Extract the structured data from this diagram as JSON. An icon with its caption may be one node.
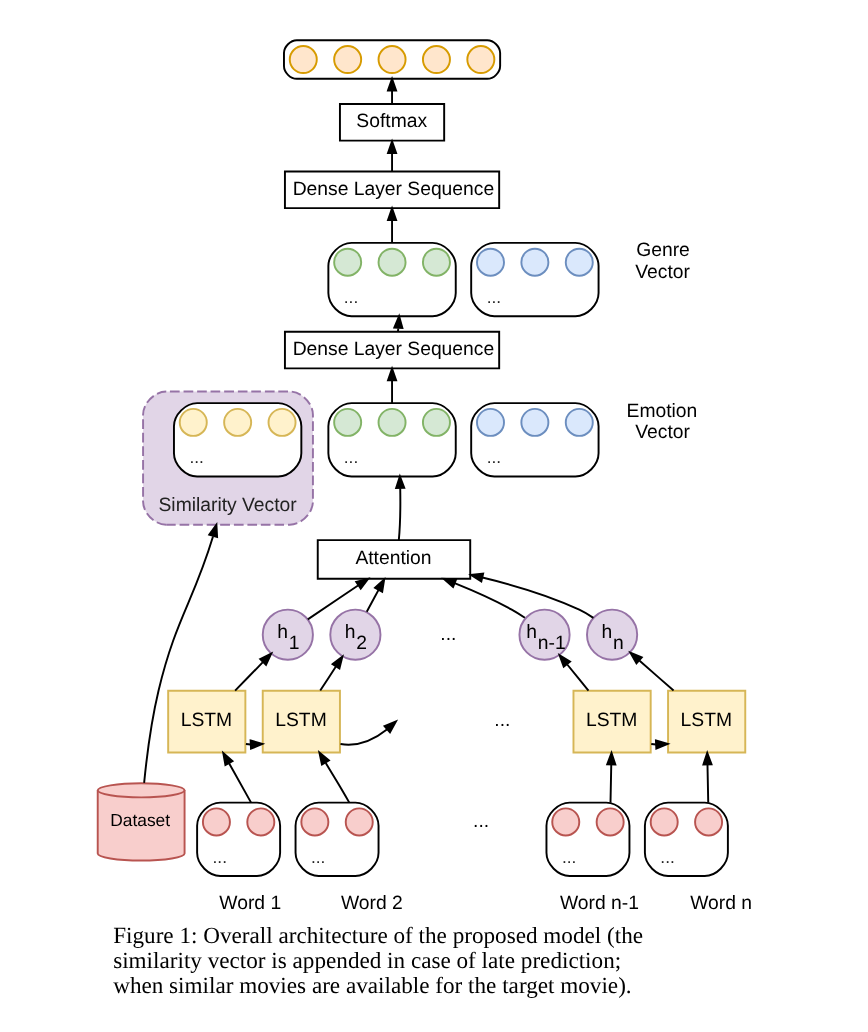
{
  "diagram": {
    "caption": "Figure 1: Overall architecture of the proposed model (the similarity vector is appended in case of late prediction; when similar movies are available for the target movie).",
    "nodes": [
      {
        "text": [],
        "shape": "box"
      },
      {
        "text": [],
        "shape": "circle",
        "in": 0
      },
      {
        "text": [],
        "shape": "circle",
        "in": 0
      },
      {
        "text": [],
        "shape": "circle",
        "in": 0
      },
      {
        "text": [],
        "shape": "circle",
        "in": 0
      },
      {
        "text": [],
        "shape": "circle",
        "in": 0
      },
      {
        "text": [
          "Softmax"
        ]
      },
      {
        "text": [
          "Dense Layer Sequence"
        ]
      },
      {
        "text": [
          "..."
        ]
      },
      {
        "text": [],
        "shape": "circle",
        "in": 8
      },
      {
        "text": [],
        "shape": "circle",
        "in": 8
      },
      {
        "text": [],
        "shape": "circle",
        "in": 8
      },
      {
        "text": [
          "..."
        ],
        "beside": [
          "Genre Vector"
        ]
      },
      {
        "text": [],
        "shape": "circle",
        "in": 12
      },
      {
        "text": [],
        "shape": "circle",
        "in": 12
      },
      {
        "text": [],
        "shape": "circle",
        "in": 12
      },
      {
        "text": [
          "Dense Layer Sequence"
        ]
      },
      {
        "text": [
          "Similarity Vector"
        ]
      },
      {
        "text": [
          "..."
        ],
        "in": 17
      },
      {
        "text": [],
        "shape": "circle",
        "in": 18
      },
      {
        "text": [],
        "shape": "circle",
        "in": 18
      },
      {
        "text": [],
        "shape": "circle",
        "in": 18
      },
      {
        "text": [
          "..."
        ]
      },
      {
        "text": [],
        "shape": "circle",
        "in": 22
      },
      {
        "text": [],
        "shape": "circle",
        "in": 22
      },
      {
        "text": [],
        "shape": "circle",
        "in": 22
      },
      {
        "text": [
          "..."
        ],
        "beside": [
          "Emotion Vector"
        ]
      },
      {
        "text": [],
        "shape": "circle",
        "in": 26
      },
      {
        "text": [],
        "shape": "circle",
        "in": 26
      },
      {
        "text": [],
        "shape": "circle",
        "in": 26
      },
      {
        "text": [
          "Attention"
        ]
      },
      {
        "text": [
          "h$_{1}$"
        ]
      },
      {
        "text": [
          "h$_{2}$"
        ]
      },
      {
        "text": [
          "h$_{n-1}$"
        ]
      },
      {
        "text": [
          "h$_{n}$"
        ]
      },
      {
        "text": [
          "LSTM"
        ]
      },
      {
        "text": [
          "LSTM"
        ]
      },
      {
        "text": [
          "LSTM"
        ]
      },
      {
        "text": [
          "LSTM"
        ]
      },
      {
        "text": [
          "Dataset"
        ]
      },
      {
        "text": [
          "..."
        ],
        "beside": [
          "Word 1"
        ]
      },
      {
        "text": [],
        "shape": "circle",
        "in": 40
      },
      {
        "text": [],
        "shape": "circle",
        "in": 40
      },
      {
        "text": [
          "..."
        ],
        "beside": [
          "Word 2"
        ]
      },
      {
        "text": [],
        "shape": "circle",
        "in": 43
      },
      {
        "text": [],
        "shape": "circle",
        "in": 43
      },
      {
        "text": [
          "..."
        ],
        "beside": [
          "Word n-1"
        ]
      },
      {
        "text": [],
        "shape": "circle",
        "in": 46
      },
      {
        "text": [],
        "shape": "circle",
        "in": 46
      },
      {
        "text": [
          "..."
        ],
        "beside": [
          "Word n"
        ]
      },
      {
        "text": [],
        "shape": "circle",
        "in": 49
      },
      {
        "text": [],
        "shape": "circle",
        "in": 49
      }
    ],
    "edges": [
      {
        "from": 40,
        "to": 35,
        "arrow": "to"
      },
      {
        "from": 43,
        "to": 36,
        "arrow": "to"
      },
      {
        "from": 46,
        "to": 37,
        "arrow": "to"
      },
      {
        "from": 49,
        "to": 38,
        "arrow": "to"
      },
      {
        "from": 35,
        "to": 31,
        "arrow": "to"
      },
      {
        "from": 36,
        "to": 32,
        "arrow": "to"
      },
      {
        "from": 37,
        "to": 33,
        "arrow": "to"
      },
      {
        "from": 38,
        "to": 34,
        "arrow": "to"
      },
      {
        "from": 35,
        "to": 36,
        "arrow": "to"
      },
      {
        "from": 36,
        "to": null,
        "arrow": "to"
      },
      {
        "from": 37,
        "to": 38,
        "arrow": "to"
      },
      {
        "from": 31,
        "to": 30,
        "arrow": "to"
      },
      {
        "from": 32,
        "to": 30,
        "arrow": "to"
      },
      {
        "from": 33,
        "to": 30,
        "arrow": "to"
      },
      {
        "from": 34,
        "to": 30,
        "arrow": "to"
      },
      {
        "from": 30,
        "to": 22,
        "arrow": "to"
      },
      {
        "from": 22,
        "to": 16,
        "arrow": "to"
      },
      {
        "from": 16,
        "to": 8,
        "arrow": "to"
      },
      {
        "from": 8,
        "to": 7,
        "arrow": "to"
      },
      {
        "from": 7,
        "to": 6,
        "arrow": "to"
      },
      {
        "from": 6,
        "to": 0,
        "arrow": "to"
      },
      {
        "from": 39,
        "to": 17,
        "arrow": "to"
      }
    ],
    "labels": [
      "...",
      "...",
      "..."
    ]
  }
}
